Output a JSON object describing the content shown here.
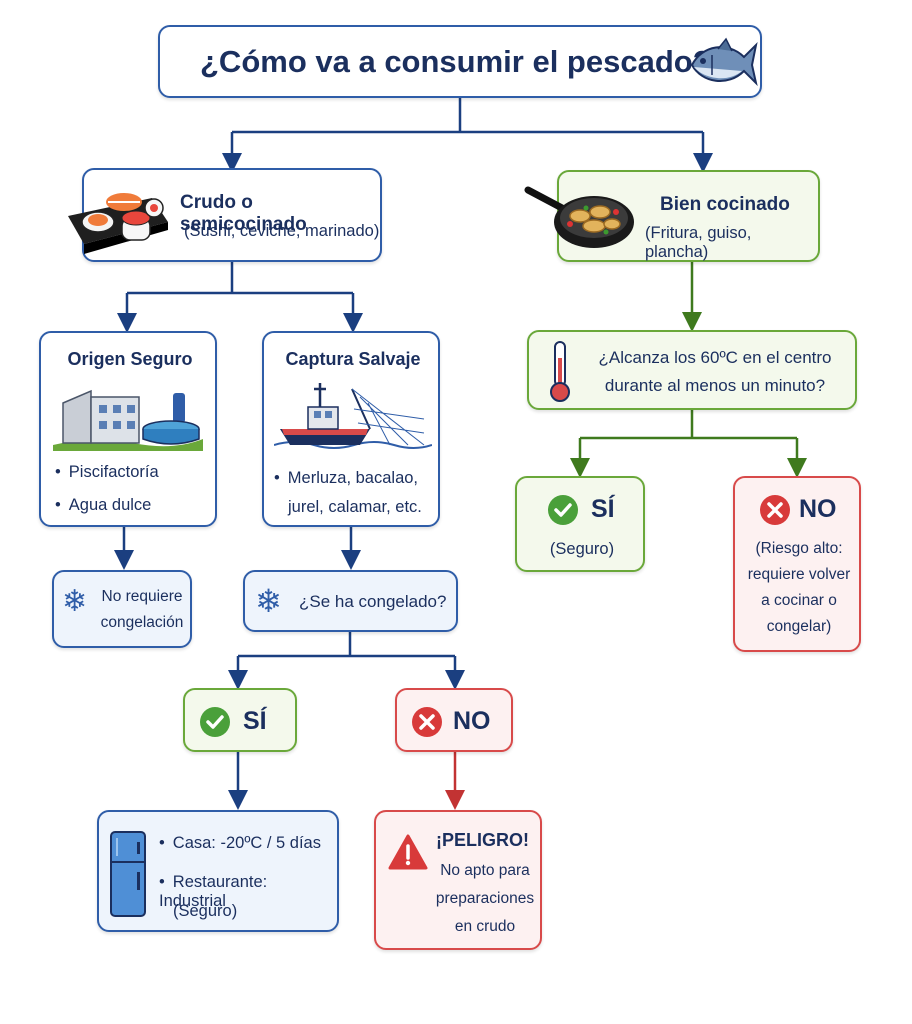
{
  "title": "¿Cómo va a consumir el pescado?",
  "raw": {
    "title": "Crudo o semicocinado",
    "subtitle": "(Sushi, ceviche, marinado)"
  },
  "cooked": {
    "title": "Bien cocinado",
    "subtitle": "(Fritura, guiso, plancha)"
  },
  "safe_origin": {
    "title": "Origen Seguro",
    "items": [
      "Piscifactoría",
      "Agua dulce"
    ]
  },
  "wild_catch": {
    "title": "Captura Salvaje",
    "items": [
      "Merluza, bacalao,",
      "jurel, calamar, etc."
    ]
  },
  "no_freeze": {
    "line1": "No requiere",
    "line2": "congelación"
  },
  "frozen_question": "¿Se ha congelado?",
  "temp_question": {
    "line1": "¿Alcanza los 60ºC en el centro",
    "line2": "durante al menos un minuto?"
  },
  "freeze_yes": {
    "label": "SÍ"
  },
  "freeze_no": {
    "label": "NO"
  },
  "freeze_info": {
    "items": [
      "Casa:  -20ºC / 5 días",
      "Restaurante: Industrial"
    ],
    "note": "(Seguro)"
  },
  "danger": {
    "title": "¡PELIGRO!",
    "lines": [
      "No apto para",
      "preparaciones",
      "en crudo"
    ]
  },
  "temp_yes": {
    "label": "SÍ",
    "note": "(Seguro)"
  },
  "temp_no": {
    "label": "NO",
    "lines": [
      "(Riesgo alto:",
      "requiere volver",
      "a cocinar o",
      "congelar)"
    ]
  },
  "colors": {
    "blue": "#2f5da8",
    "navy": "#1b2f5e",
    "green": "#6aa83a",
    "dark_green": "#3f7a1e",
    "red": "#d84a4a"
  }
}
